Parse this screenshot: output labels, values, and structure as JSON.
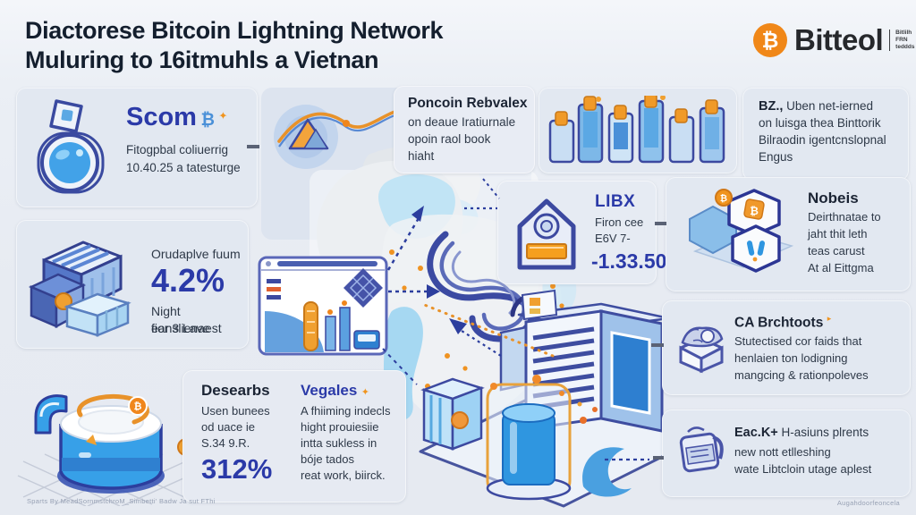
{
  "title": {
    "line1": "Diactorese Bitcoin Lightning Network",
    "line2": "Muluring to 16itmuhls a Vietnan"
  },
  "logo": {
    "brand": "Bitteol",
    "bitcoin_glyph": "₿",
    "sub_line1": "Bitlilh",
    "sub_line2": "FRN",
    "sub_line3": "teddds"
  },
  "cards": {
    "scom": {
      "heading": "Scom",
      "suffix_glyph": "₿",
      "spark_glyph": "✦",
      "line1": "Fitogpbal coliuerrig",
      "line2": "10.40.25 a tatesturge"
    },
    "poncoin": {
      "heading": "Poncoin Rebvalex",
      "line1": "on deaue Iratiurnale",
      "line2": "opoin raol book",
      "line3": "hiaht"
    },
    "bz": {
      "lead": "BZ.,",
      "line1_rest": "Uben net-ierned",
      "line2": "on luisga thea Binttorik",
      "line3": "Bilraodin igentcnslopnal",
      "line4": "Engus"
    },
    "libx": {
      "heading": "LIBX",
      "line1": "Firon cee",
      "line2": "E6V 7-",
      "value": "-1.33.50"
    },
    "nobeis": {
      "heading": "Nobeis",
      "line1": "Deirthnatae to",
      "line2": "jaht thit leth",
      "line3": "teas carust",
      "line4": "At al Eittgma"
    },
    "growth": {
      "line1": "Orudaplve fuum",
      "value": "4.2%",
      "line2": "Night eanslienaest",
      "line3": "fior 3 Lave"
    },
    "desearbs": {
      "heading": "Desearbs",
      "line1": "Usen bunees",
      "line2": "od uace ie",
      "line3": "S.34 9.R.",
      "value": "312%"
    },
    "vegales": {
      "heading": "Vegales",
      "spark_glyph": "✦",
      "line1": "A fhiiming indecls",
      "line2": "hight prouiesiie",
      "line3": "intta sukless in",
      "line4": "bóje tados",
      "line5": "reat work, biirck."
    },
    "ca": {
      "heading": "CA Brchtoots",
      "mark_glyph": "▸",
      "line1": "Stutectised cor faids that",
      "line2": "henlaien ton lodigning",
      "line3": "mangcing & rationpoleves"
    },
    "eack": {
      "lead": "Eac.K+",
      "line1_rest": "H-asiuns plrents",
      "line2": "new nott etlleshing",
      "line3": "wate Libtcloin utage aplest"
    }
  },
  "footer": {
    "left": "Sparts By MeadSornmstchroM_Simbetti' Badw Ja sut FThi",
    "right": "Augahdoorfeoncela"
  },
  "colors": {
    "accent_blue": "#2b3aa8",
    "accent_orange": "#ef8a1e",
    "ink": "#141f2e",
    "card_bg": "#e2e8f1"
  },
  "icons": {
    "logo": "bitcoin-coin-icon",
    "scom": "flask-lock-icon",
    "network": "phone-tower-icons",
    "libx": "vault-house-icon",
    "nobeis": "hexagon-tokens-icon",
    "growth": "stacked-crates-icon",
    "browser": "analytics-browser-icon",
    "mixer": "mining-mixer-icon",
    "ca": "basket-box-icon",
    "eack": "satchel-icon",
    "center": "vietnam-map-server-scene"
  }
}
